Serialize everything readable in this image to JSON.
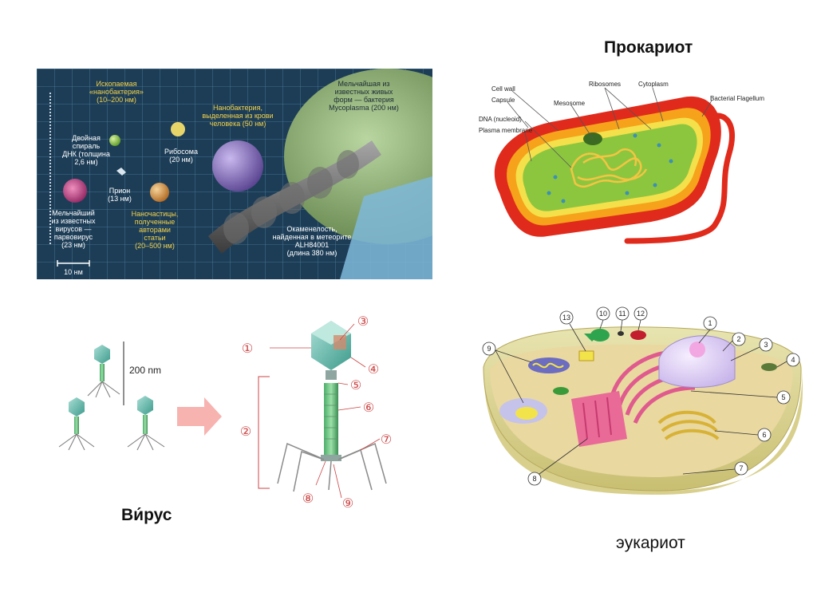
{
  "titles": {
    "prokaryote": "Прокариот",
    "virus": "Ви́рус",
    "eukaryote": "эукариот"
  },
  "scale_panel": {
    "fossil_nanobacteria": [
      "Ископаемая",
      "«нанобактерия»",
      "(10–200 нм)"
    ],
    "dna": [
      "Двойная",
      "спираль",
      "ДНК (толщина",
      "2,6 нм)"
    ],
    "smallest_virus": [
      "Мельчайший",
      "из известных",
      "вирусов —",
      "парвовирус",
      "(23 нм)"
    ],
    "prion": [
      "Прион",
      "(13 нм)"
    ],
    "ribosome": [
      "Рибосома",
      "(20 нм)"
    ],
    "nanoparticles": [
      "Наночастицы,",
      "полученные",
      "авторами",
      "статьи",
      "(20–500 нм)"
    ],
    "nanobacterium_blood": [
      "Нанобактерия,",
      "выделенная из крови",
      "человека (50 нм)"
    ],
    "mycoplasma": [
      "Мельчайшая из",
      "известных живых",
      "форм — бактерия",
      "Mycoplasma (200 нм)"
    ],
    "fossil_meteorite": [
      "Окаменелость,",
      "найденная в метеорите",
      "ALH84001",
      "(длина 380 нм)"
    ],
    "scale_bar": "10 нм"
  },
  "bacterium_labels": {
    "cell_wall": "Cell wall",
    "capsule": "Capsule",
    "dna": "DNA (nucleoid)",
    "plasma_membrane": "Plasma membrane",
    "ribosomes": "Ribosomes",
    "mesosome": "Mesosome",
    "cytoplasm": "Cytoplasm",
    "flagellum": "Bacterial Flagellum"
  },
  "virus_panel": {
    "size_label": "200 nm",
    "markers": [
      "①",
      "②",
      "③",
      "④",
      "⑤",
      "⑥",
      "⑦",
      "⑧",
      "⑨"
    ]
  },
  "cell_markers": [
    "1",
    "2",
    "3",
    "4",
    "5",
    "6",
    "7",
    "8",
    "9",
    "10",
    "11",
    "12",
    "13"
  ],
  "colors": {
    "scale_bg": "#1d3d57",
    "label_yellow": "#f2d24a",
    "capsule_red": "#e02a1c",
    "cell_wall_orange": "#f6a21b",
    "cytoplasm_green": "#8cc63f",
    "phage_teal": "#66c0b2",
    "arrow_pink": "#f7b3b0"
  }
}
